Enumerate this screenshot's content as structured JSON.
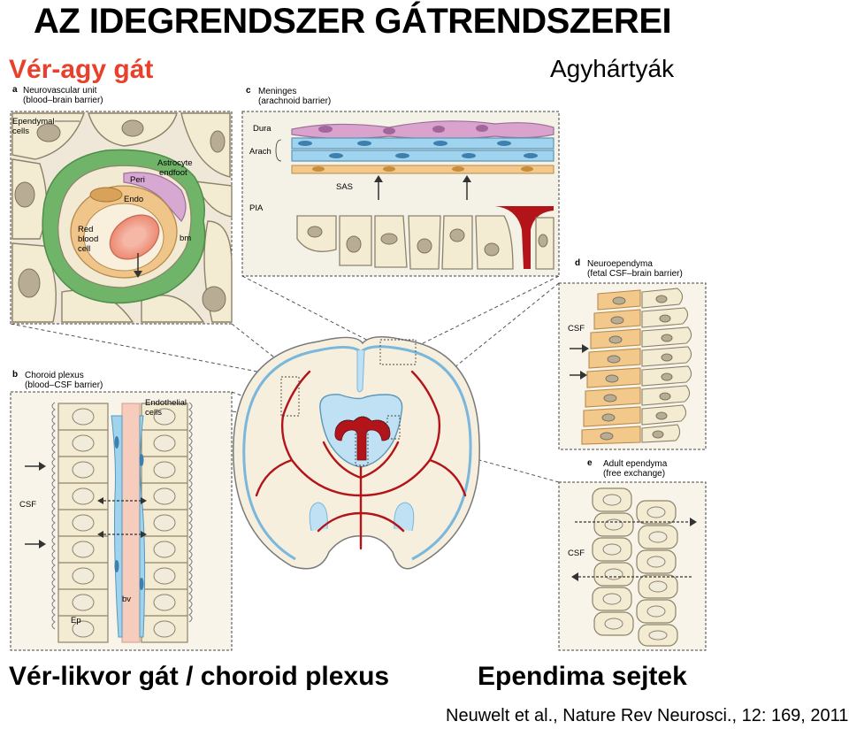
{
  "title": "AZ IDEGRENDSZER GÁTRENDSZEREI",
  "subtitle_left": "Vér-agy gát",
  "subtitle_right": "Agyhártyák",
  "caption_left": "Vér-likvor gát / choroid plexus",
  "caption_right": "Ependima sejtek",
  "citation": "Neuwelt et al., Nature Rev Neurosci., 12: 169, 2011",
  "panels": {
    "a": {
      "letter": "a",
      "title_line1": "Neurovascular unit",
      "title_line2": "(blood–brain barrier)",
      "labels": {
        "ependymal": "Ependymal",
        "cells": "cells",
        "astrocyte": "Astrocyte",
        "endfoot": "endfoot",
        "peri": "Peri",
        "endo": "Endo",
        "red": "Red",
        "blood": "blood",
        "cell": "cell",
        "bm": "bm"
      }
    },
    "b": {
      "letter": "b",
      "title_line1": "Choroid plexus",
      "title_line2": "(blood–CSF barrier)",
      "labels": {
        "endothelial": "Endothelial",
        "cells": "cells",
        "csf": "CSF",
        "ep": "Ep",
        "bv": "bv"
      }
    },
    "c": {
      "letter": "c",
      "title_line1": "Meninges",
      "title_line2": "(arachnoid barrier)",
      "labels": {
        "dura": "Dura",
        "arach": "Arach",
        "sas": "SAS",
        "pia": "PIA"
      }
    },
    "d": {
      "letter": "d",
      "title_line1": "Neuroependyma",
      "title_line2": "(fetal CSF–brain barrier)",
      "labels": {
        "csf": "CSF"
      }
    },
    "e": {
      "letter": "e",
      "title_line1": "Adult ependyma",
      "title_line2": "(free exchange)",
      "labels": {
        "csf": "CSF"
      }
    }
  },
  "colors": {
    "title_red": "#e8402a",
    "cell_fill": "#f4ecd2",
    "cell_stroke": "#8c826a",
    "nucleus": "#b8ad94",
    "astrocyte": "#6fb468",
    "pericyte": "#d7a8d2",
    "endothelium": "#efc58a",
    "red_blood_cell": "#ef9b86",
    "csf_blue": "#bfe1f3",
    "vessel_red": "#b3141a",
    "dura_pink": "#d9a3cd",
    "arach_blue": "#9fd3ee",
    "ependyma_orange": "#f2c98a"
  }
}
